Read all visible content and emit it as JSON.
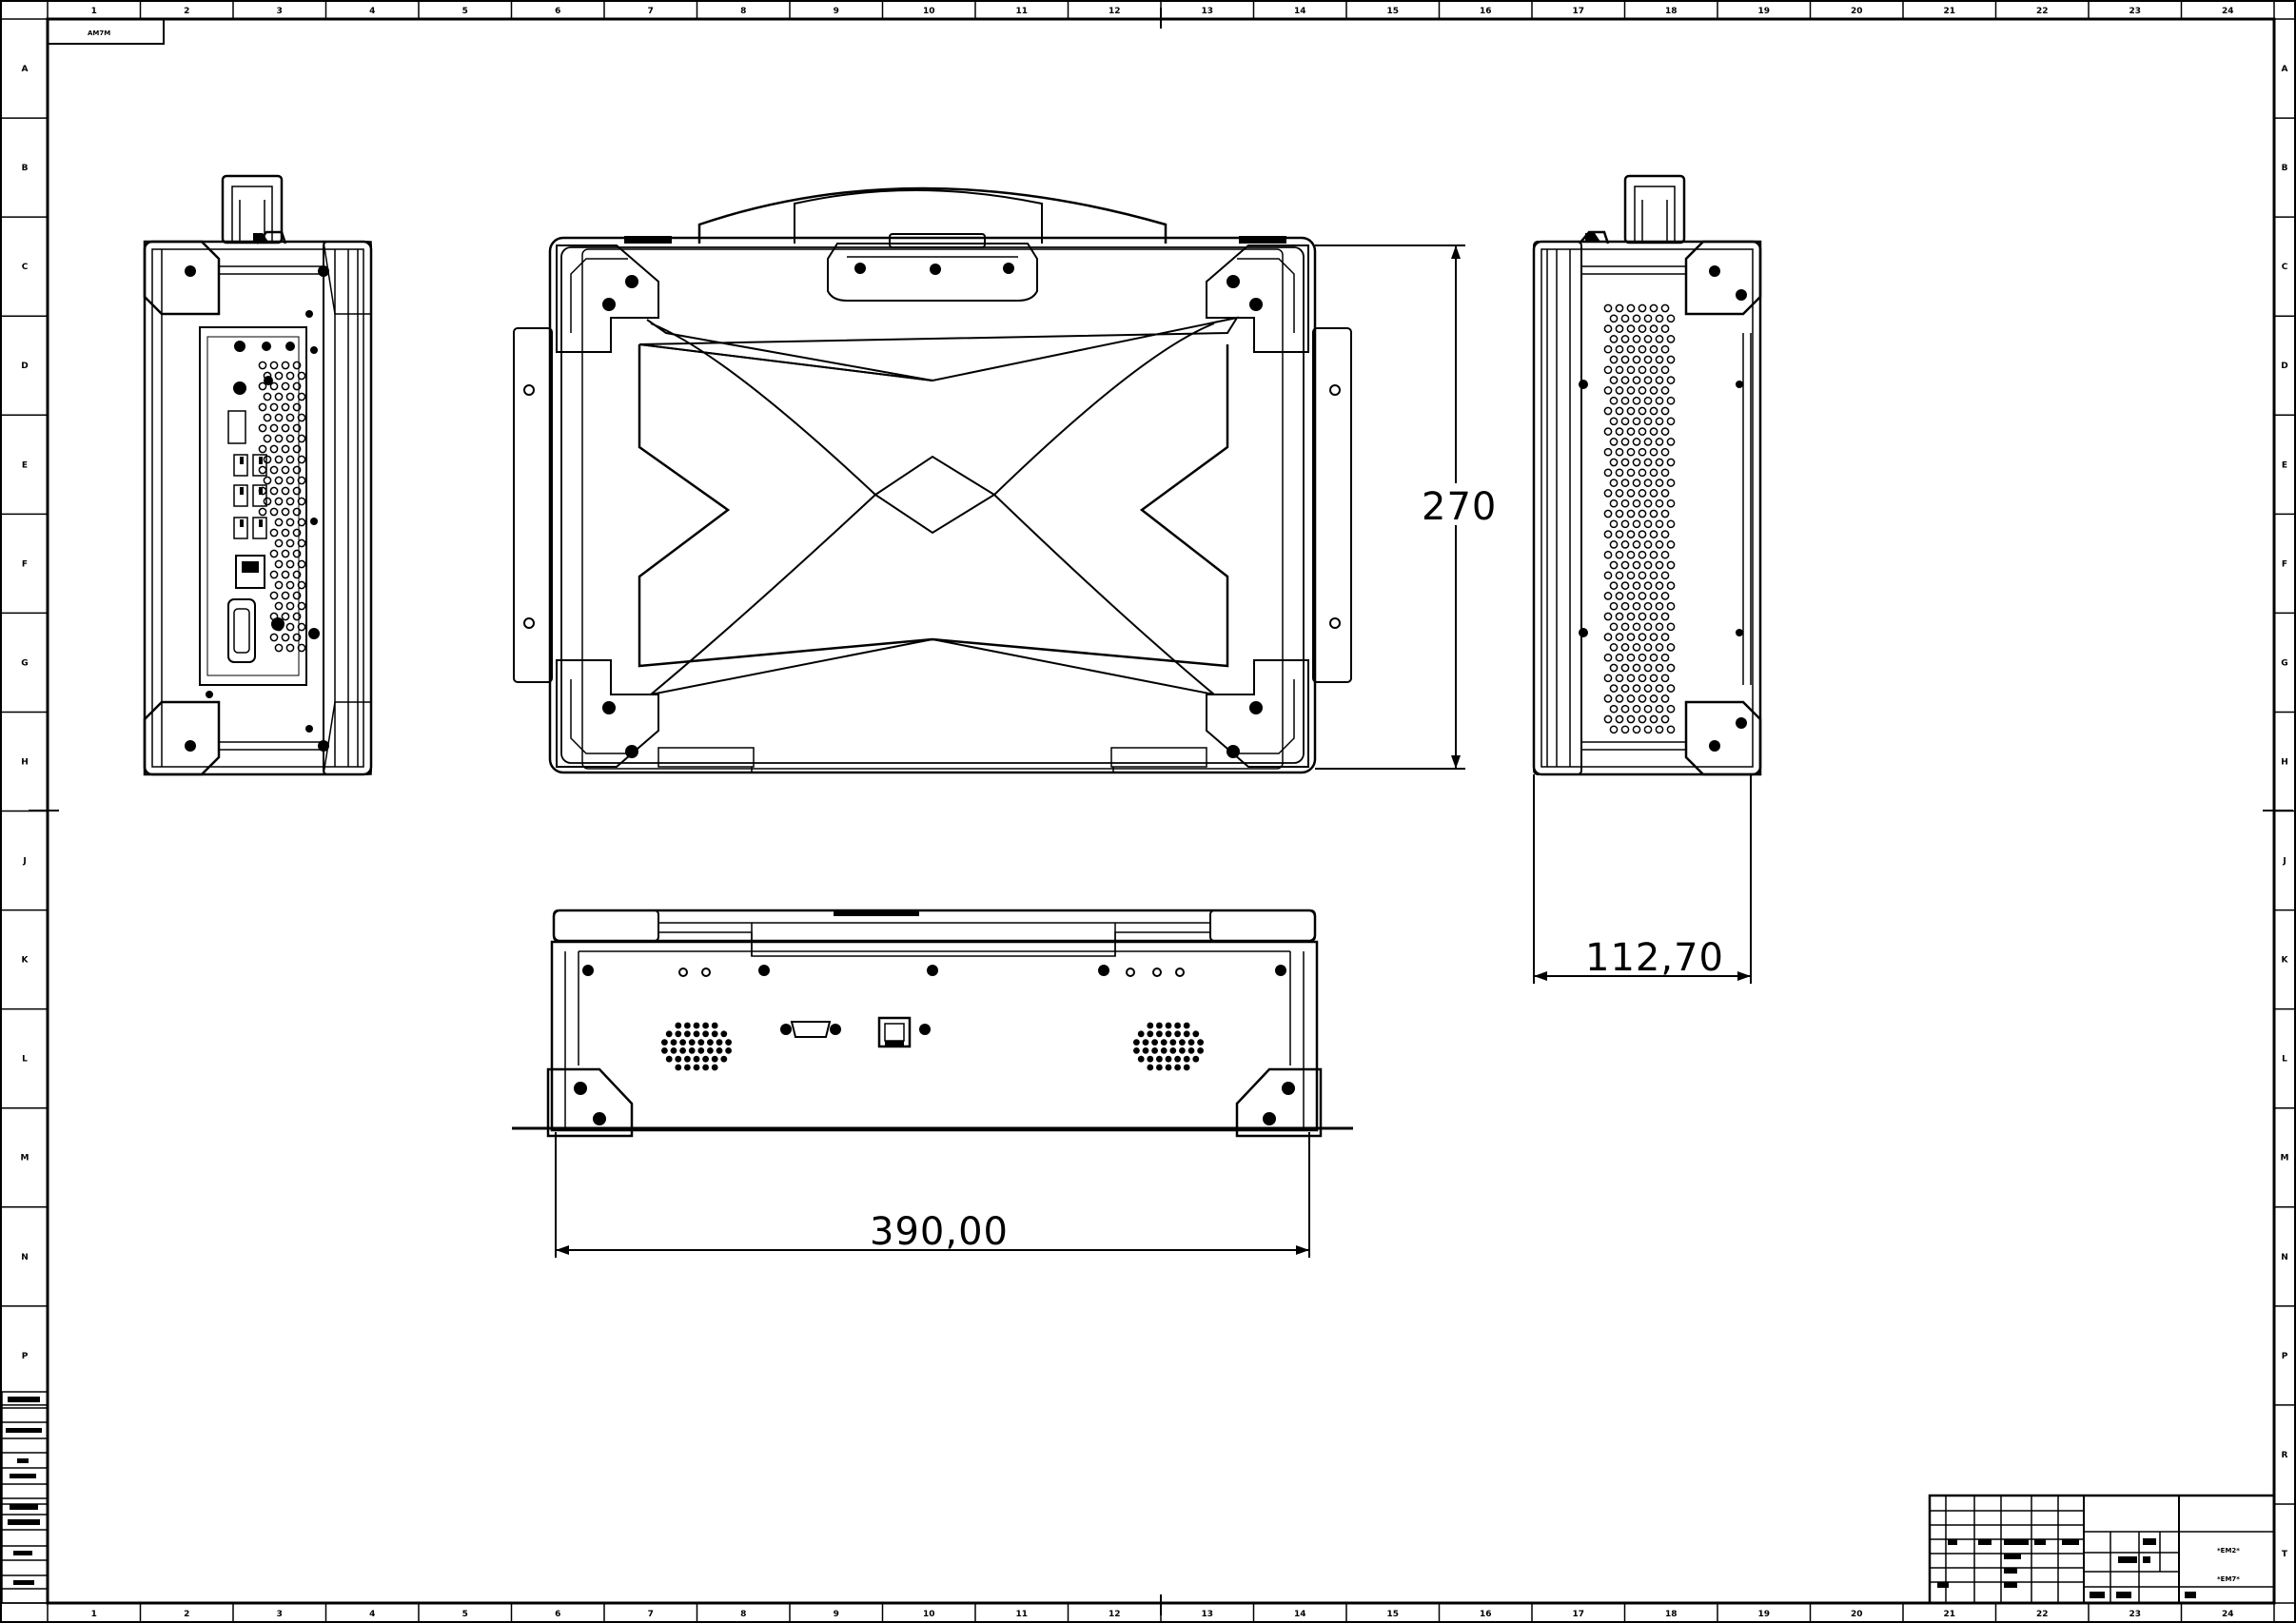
{
  "drawing": {
    "tab_label": "AM7M",
    "dimensions": {
      "height": "270",
      "depth": "112,70",
      "width": "390,00"
    }
  },
  "frame": {
    "column_labels": [
      "1",
      "2",
      "3",
      "4",
      "5",
      "6",
      "7",
      "8",
      "9",
      "10",
      "11",
      "12",
      "13",
      "14",
      "15",
      "16",
      "17",
      "18",
      "19",
      "20",
      "21",
      "22",
      "23",
      "24"
    ],
    "row_labels": [
      "A",
      "B",
      "C",
      "D",
      "E",
      "F",
      "G",
      "H",
      "J",
      "K",
      "L",
      "M",
      "N",
      "P",
      "R",
      "T"
    ]
  },
  "title_block": {
    "cell_marks": [
      "*EM2*",
      "*EM7*"
    ]
  }
}
